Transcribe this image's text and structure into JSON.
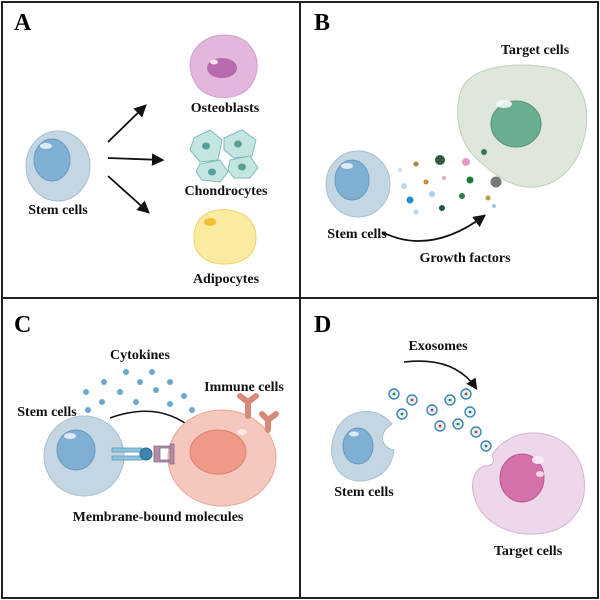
{
  "panels": {
    "a": {
      "letter": "A",
      "source_label": "Stem cells",
      "targets": [
        "Osteoblasts",
        "Chondrocytes",
        "Adipocytes"
      ]
    },
    "b": {
      "letter": "B",
      "source_label": "Stem cells",
      "target_label": "Target cells",
      "factor_label": "Growth factors"
    },
    "c": {
      "letter": "C",
      "source_label": "Stem cells",
      "secreted_label": "Cytokines",
      "target_label": "Immune cells",
      "contact_label": "Membrane-bound molecules"
    },
    "d": {
      "letter": "D",
      "source_label": "Stem cells",
      "vesicle_label": "Exosomes",
      "target_label": "Target cells"
    }
  },
  "colors": {
    "stem_cell": "#c5d6e3",
    "stem_nucleus": "#7fb0d4",
    "osteoblast": "#e3b6de",
    "chondrocyte": "#c3e6e3",
    "adipocyte": "#fbeba0",
    "target_cell_b": "#dfe6dc",
    "immune_cell": "#f6c7bc",
    "target_cell_d": "#edd7ea"
  }
}
